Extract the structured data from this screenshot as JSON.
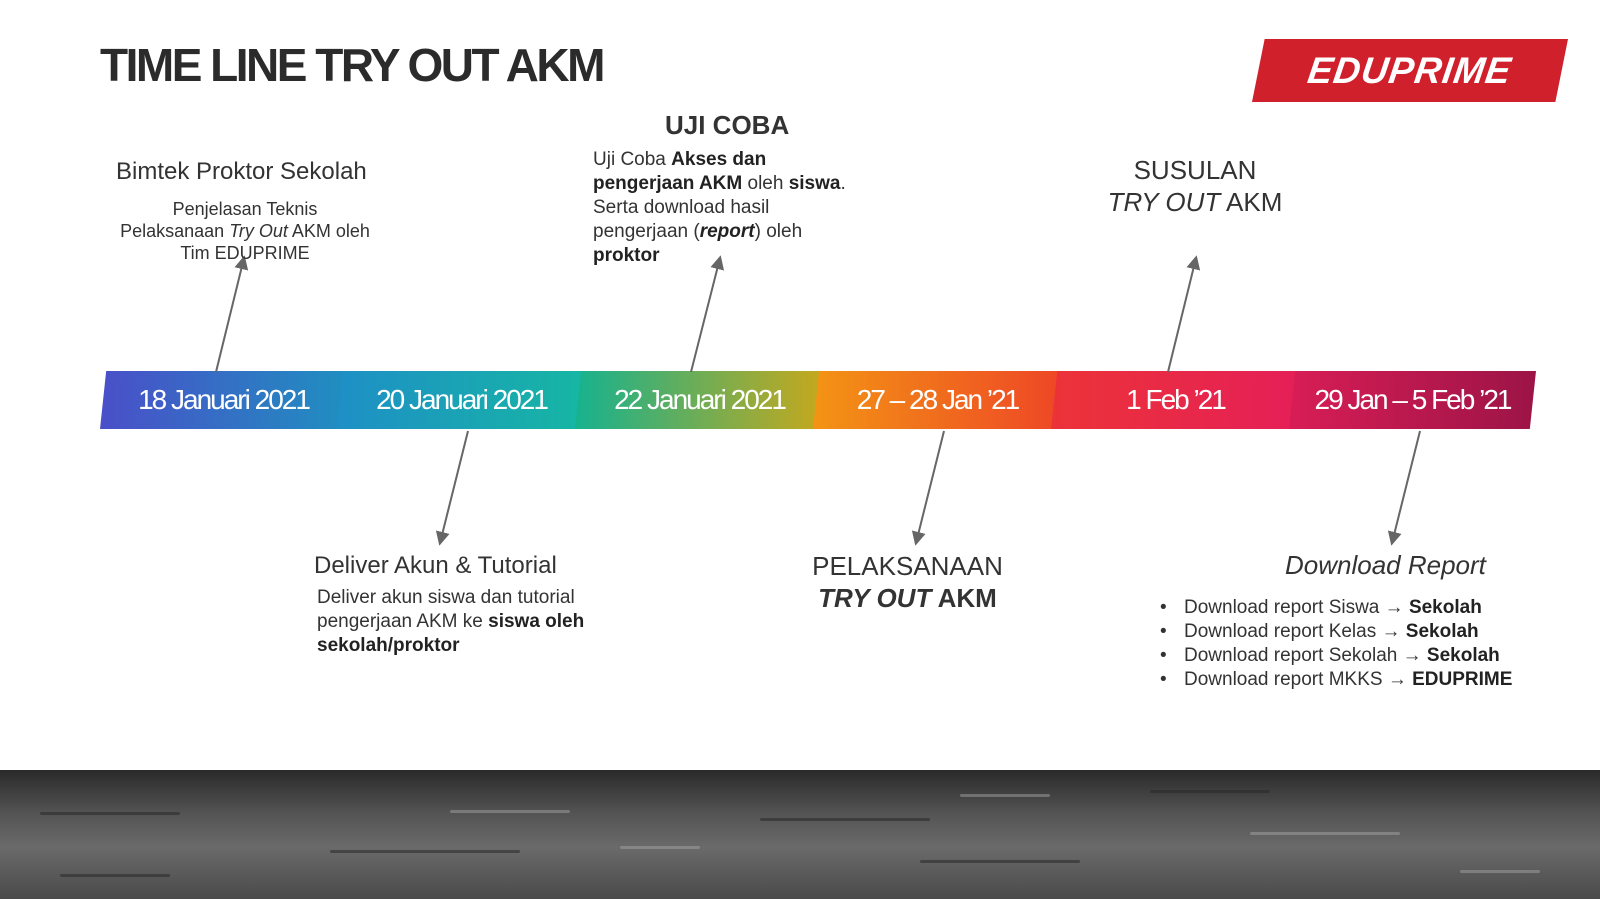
{
  "title": "TIME LINE TRY OUT AKM",
  "logo": {
    "text": "EDUPRIME",
    "color": "#d0202c"
  },
  "timeline": [
    {
      "label": "18 Januari 2021",
      "from": "#4a4fc9",
      "to": "#1f8fc0"
    },
    {
      "label": "20 Januari 2021",
      "from": "#1e8fc6",
      "to": "#16b7a3"
    },
    {
      "label": "22 Januari 2021",
      "from": "#16b28f",
      "to": "#c7a81c"
    },
    {
      "label": "27 – 28 Jan ’21",
      "from": "#f39414",
      "to": "#ee4626"
    },
    {
      "label": "1 Feb ’21",
      "from": "#ec3338",
      "to": "#e51f58"
    },
    {
      "label": "29 Jan – 5 Feb ’21",
      "from": "#d81d56",
      "to": "#9c1446"
    }
  ],
  "events": {
    "bimtek": {
      "heading": "Bimtek Proktor Sekolah",
      "line1": "Penjelasan Teknis",
      "line2_a": "Pelaksanaan ",
      "line2_b": "Try Out",
      "line2_c": " AKM oleh",
      "line3": "Tim EDUPRIME"
    },
    "uji_coba": {
      "heading": "UJI COBA",
      "t1": "Uji Coba ",
      "b1": "Akses dan pengerjaan AKM",
      "t2": " oleh ",
      "b2": "siswa",
      "t3": ". Serta download hasil pengerjaan (",
      "b3": "report",
      "t4": ") oleh ",
      "b4": "proktor"
    },
    "susulan": {
      "heading1": "SUSULAN",
      "heading2_a": "TRY OUT",
      "heading2_b": " AKM"
    },
    "deliver": {
      "heading": "Deliver Akun & Tutorial",
      "t1": "Deliver akun siswa dan tutorial pengerjaan AKM ke ",
      "b1": "siswa oleh sekolah/proktor"
    },
    "pelaksanaan": {
      "heading1": "PELAKSANAAN",
      "heading2_a": "TRY OUT",
      "heading2_b": " AKM"
    },
    "download": {
      "heading": "Download Report",
      "items": [
        {
          "text": "Download report Siswa → ",
          "bold": "Sekolah"
        },
        {
          "text": "Download report Kelas → ",
          "bold": "Sekolah"
        },
        {
          "text": "Download report Sekolah → ",
          "bold": "Sekolah"
        },
        {
          "text": "Download report MKKS → ",
          "bold": "EDUPRIME"
        }
      ]
    }
  },
  "arrow_color": "#666666"
}
